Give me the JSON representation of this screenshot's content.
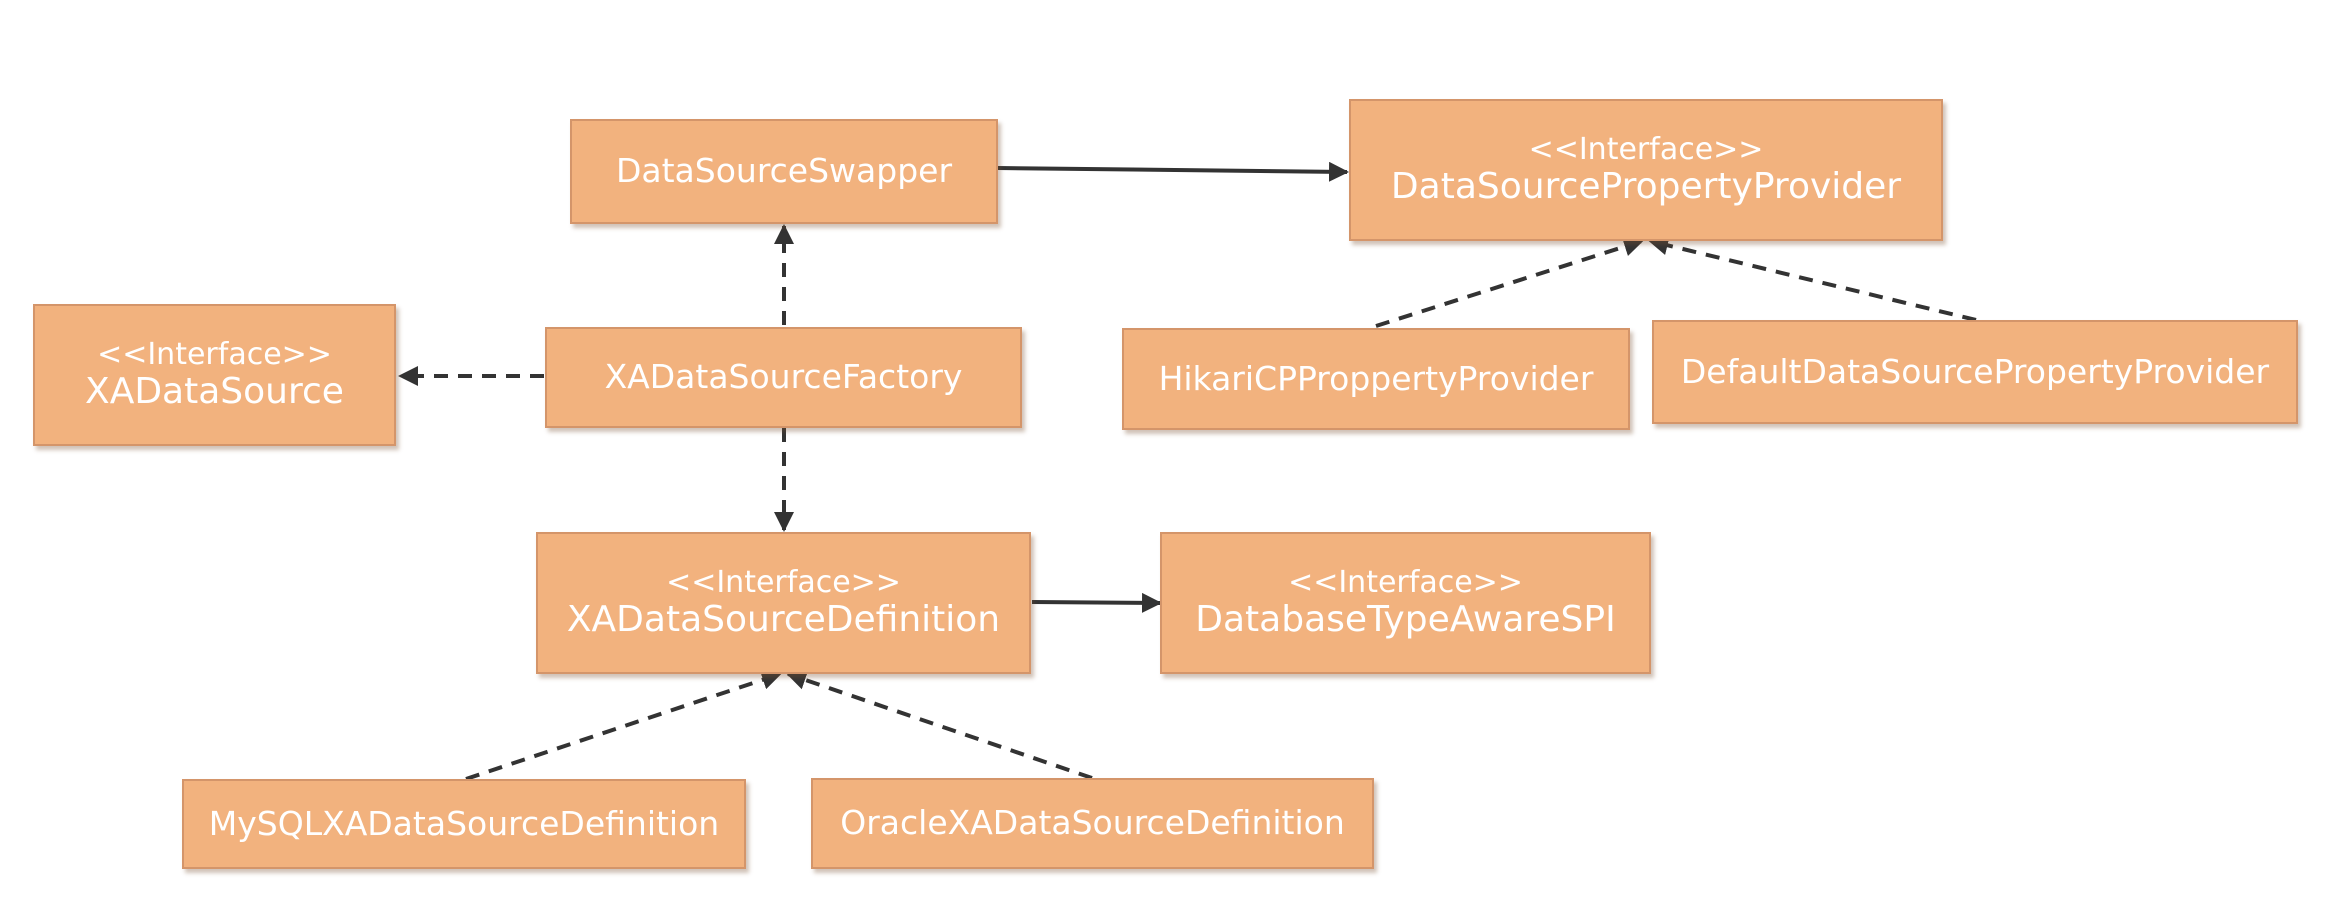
{
  "diagram": {
    "stereotype": "<<Interface>>",
    "nodes": {
      "data_source_swapper": {
        "title": "DataSourceSwapper"
      },
      "data_source_property_provider": {
        "title": "DataSourcePropertyProvider",
        "interface": true
      },
      "xa_data_source": {
        "title": "XADataSource",
        "interface": true
      },
      "xa_data_source_factory": {
        "title": "XADataSourceFactory"
      },
      "hikari_cp_property_provider": {
        "title": "HikariCPProppertyProvider"
      },
      "default_data_source_property_provider": {
        "title": "DefaultDataSourcePropertyProvider"
      },
      "xa_data_source_definition": {
        "title": "XADataSourceDefinition",
        "interface": true
      },
      "database_type_aware_spi": {
        "title": "DatabaseTypeAwareSPI",
        "interface": true
      },
      "mysql_xa_data_source_definition": {
        "title": "MySQLXADataSourceDefinition"
      },
      "oracle_xa_data_source_definition": {
        "title": "OracleXADataSourceDefinition"
      }
    },
    "edges": [
      {
        "from": "data_source_swapper",
        "to": "data_source_property_provider",
        "style": "solid"
      },
      {
        "from": "xa_data_source_factory",
        "to": "data_source_swapper",
        "style": "dashed"
      },
      {
        "from": "xa_data_source_factory",
        "to": "xa_data_source",
        "style": "dashed"
      },
      {
        "from": "xa_data_source_factory",
        "to": "xa_data_source_definition",
        "style": "dashed"
      },
      {
        "from": "hikari_cp_property_provider",
        "to": "data_source_property_provider",
        "style": "dashed"
      },
      {
        "from": "default_data_source_property_provider",
        "to": "data_source_property_provider",
        "style": "dashed"
      },
      {
        "from": "xa_data_source_definition",
        "to": "database_type_aware_spi",
        "style": "solid"
      },
      {
        "from": "mysql_xa_data_source_definition",
        "to": "xa_data_source_definition",
        "style": "dashed"
      },
      {
        "from": "oracle_xa_data_source_definition",
        "to": "xa_data_source_definition",
        "style": "dashed"
      }
    ],
    "colors": {
      "box_fill": "#f2b27e",
      "box_border": "#d4956a",
      "text": "#ffffff",
      "line": "#333333"
    }
  }
}
